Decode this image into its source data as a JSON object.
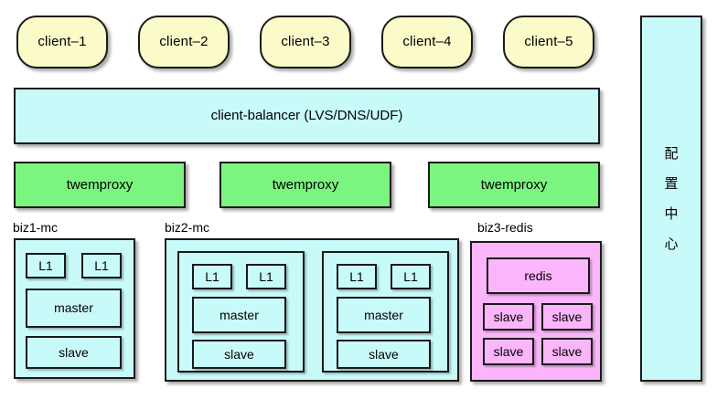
{
  "diagram": {
    "title": "cache-architecture-diagram",
    "colors": {
      "client_fill": "#fbfbc9",
      "balancer_fill": "#c9fafa",
      "proxy_fill": "#7bf57f",
      "cluster_mc_fill": "#c9fafa",
      "cluster_redis_fill": "#fbb6fb",
      "border": "#1a1a1a",
      "background": "#ffffff"
    }
  },
  "clients": [
    {
      "label": "client–1"
    },
    {
      "label": "client–2"
    },
    {
      "label": "client–3"
    },
    {
      "label": "client–4"
    },
    {
      "label": "client–5"
    }
  ],
  "balancer": {
    "label": "client-balancer (LVS/DNS/UDF)"
  },
  "proxies": [
    {
      "label": "twemproxy"
    },
    {
      "label": "twemproxy"
    },
    {
      "label": "twemproxy"
    }
  ],
  "clusters": [
    {
      "name": "biz1-mc",
      "kind": "memcached",
      "groups": [
        {
          "l1": [
            "L1",
            "L1"
          ],
          "master": "master",
          "slave": "slave"
        }
      ]
    },
    {
      "name": "biz2-mc",
      "kind": "memcached",
      "groups": [
        {
          "l1": [
            "L1",
            "L1"
          ],
          "master": "master",
          "slave": "slave"
        },
        {
          "l1": [
            "L1",
            "L1"
          ],
          "master": "master",
          "slave": "slave"
        }
      ]
    },
    {
      "name": "biz3-redis",
      "kind": "redis",
      "primary": "redis",
      "slaves": [
        "slave",
        "slave",
        "slave",
        "slave"
      ]
    }
  ],
  "config_center": {
    "label": "配置中心",
    "chars": [
      "配",
      "置",
      "中",
      "心"
    ]
  }
}
